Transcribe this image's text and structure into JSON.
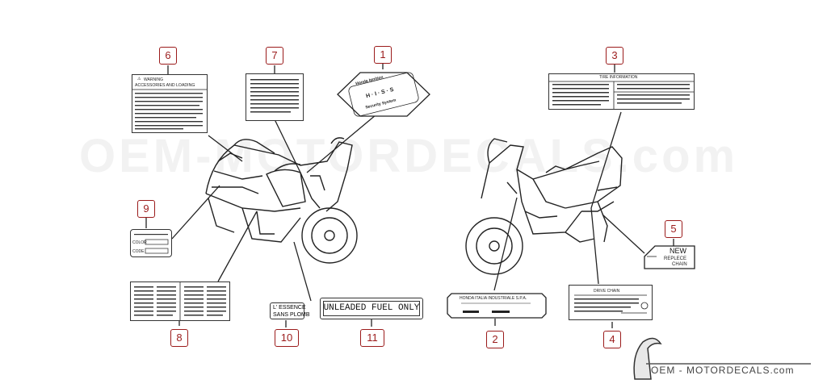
{
  "watermark_text": "OEM-MOTORDECALS.com",
  "brand_text": "OEM - MOTORDECALS.com",
  "callouts": [
    "1",
    "2",
    "3",
    "4",
    "5",
    "6",
    "7",
    "8",
    "9",
    "10",
    "11"
  ],
  "label_1": {
    "line1": "Honda  Ignition",
    "line2": "H · I · S · S",
    "line3": "Security  System"
  },
  "label_2": {
    "text": "HONDA ITALIA INDUSTRIALE S.P.A."
  },
  "label_3": {
    "title": "TIRE INFORMATION"
  },
  "label_4": {
    "title": "DRIVE CHAIN"
  },
  "label_5": {
    "line1": "NEW",
    "line2": "REPLECE",
    "line3": "CHAIN"
  },
  "label_6": {
    "line1": "WARNING",
    "line2": "ACCESSORIES AND LOADING"
  },
  "label_9": {
    "field1": "COLOR",
    "field2": "CODE"
  },
  "label_10": {
    "line1": "L' ESSENCE",
    "line2": "SANS PLOMB"
  },
  "label_11": {
    "text": "UNLEADED FUEL ONLY"
  }
}
